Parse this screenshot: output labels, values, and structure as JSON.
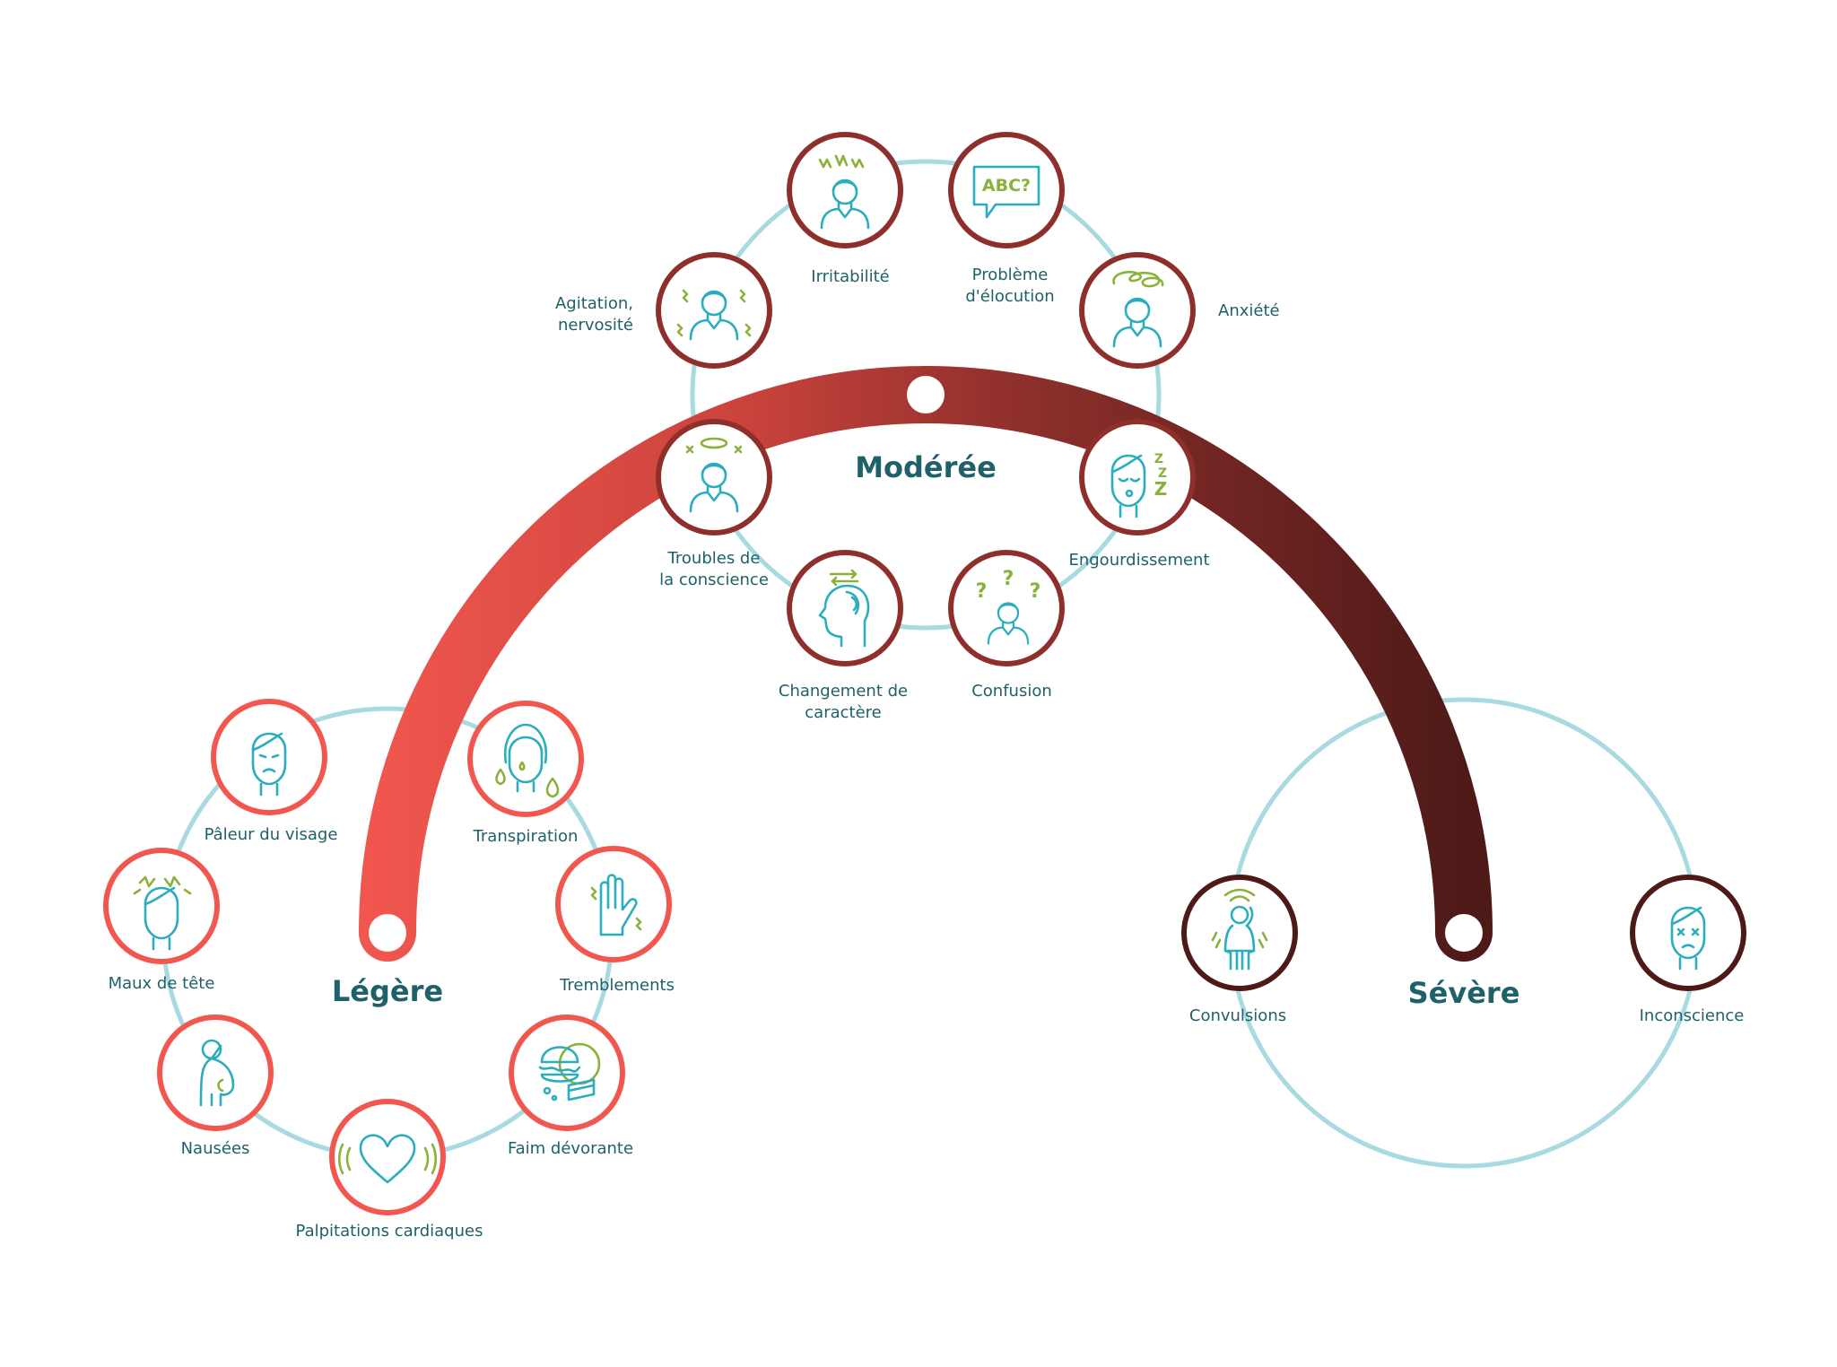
{
  "colors": {
    "ring": "#a8dae1",
    "mild": "#f2574f",
    "moderate": "#8e2f2b",
    "severe": "#4e1a18",
    "text": "#1f6168",
    "icon_blue": "#2aaebd",
    "icon_green": "#8ab23b"
  },
  "categories": {
    "mild": "Légère",
    "moderate": "Modérée",
    "severe": "Sévère"
  },
  "symptoms": {
    "mild": [
      {
        "label": "Pâleur du visage",
        "icon": "pale-face-icon"
      },
      {
        "label": "Transpiration",
        "icon": "sweating-face-icon"
      },
      {
        "label": "Maux de tête",
        "icon": "headache-icon"
      },
      {
        "label": "Tremblements",
        "icon": "trembling-hand-icon"
      },
      {
        "label": "Nausées",
        "icon": "nausea-icon"
      },
      {
        "label": "Faim dévorante",
        "icon": "hunger-food-icon"
      },
      {
        "label": "Palpitations cardiaques",
        "icon": "heart-palpitations-icon"
      }
    ],
    "moderate": [
      {
        "label_lines": [
          "Agitation,",
          "nervosité"
        ],
        "icon": "agitated-person-icon"
      },
      {
        "label": "Irritabilité",
        "icon": "irritable-person-icon"
      },
      {
        "label_lines": [
          "Problème",
          "d'élocution"
        ],
        "icon": "speech-bubble-icon",
        "icon_text": "ABC?"
      },
      {
        "label": "Anxiété",
        "icon": "anxious-person-icon"
      },
      {
        "label_lines": [
          "Troubles de",
          "la conscience"
        ],
        "icon": "dizzy-person-icon"
      },
      {
        "label": "Engourdissement",
        "icon": "sleepy-face-icon",
        "icon_text": "Z"
      },
      {
        "label_lines": [
          "Changement de",
          "caractère"
        ],
        "icon": "head-profile-icon"
      },
      {
        "label": "Confusion",
        "icon": "confused-person-icon",
        "icon_text": "?"
      }
    ],
    "severe": [
      {
        "label": "Convulsions",
        "icon": "convulsing-person-icon"
      },
      {
        "label": "Inconscience",
        "icon": "unconscious-face-icon"
      }
    ]
  }
}
